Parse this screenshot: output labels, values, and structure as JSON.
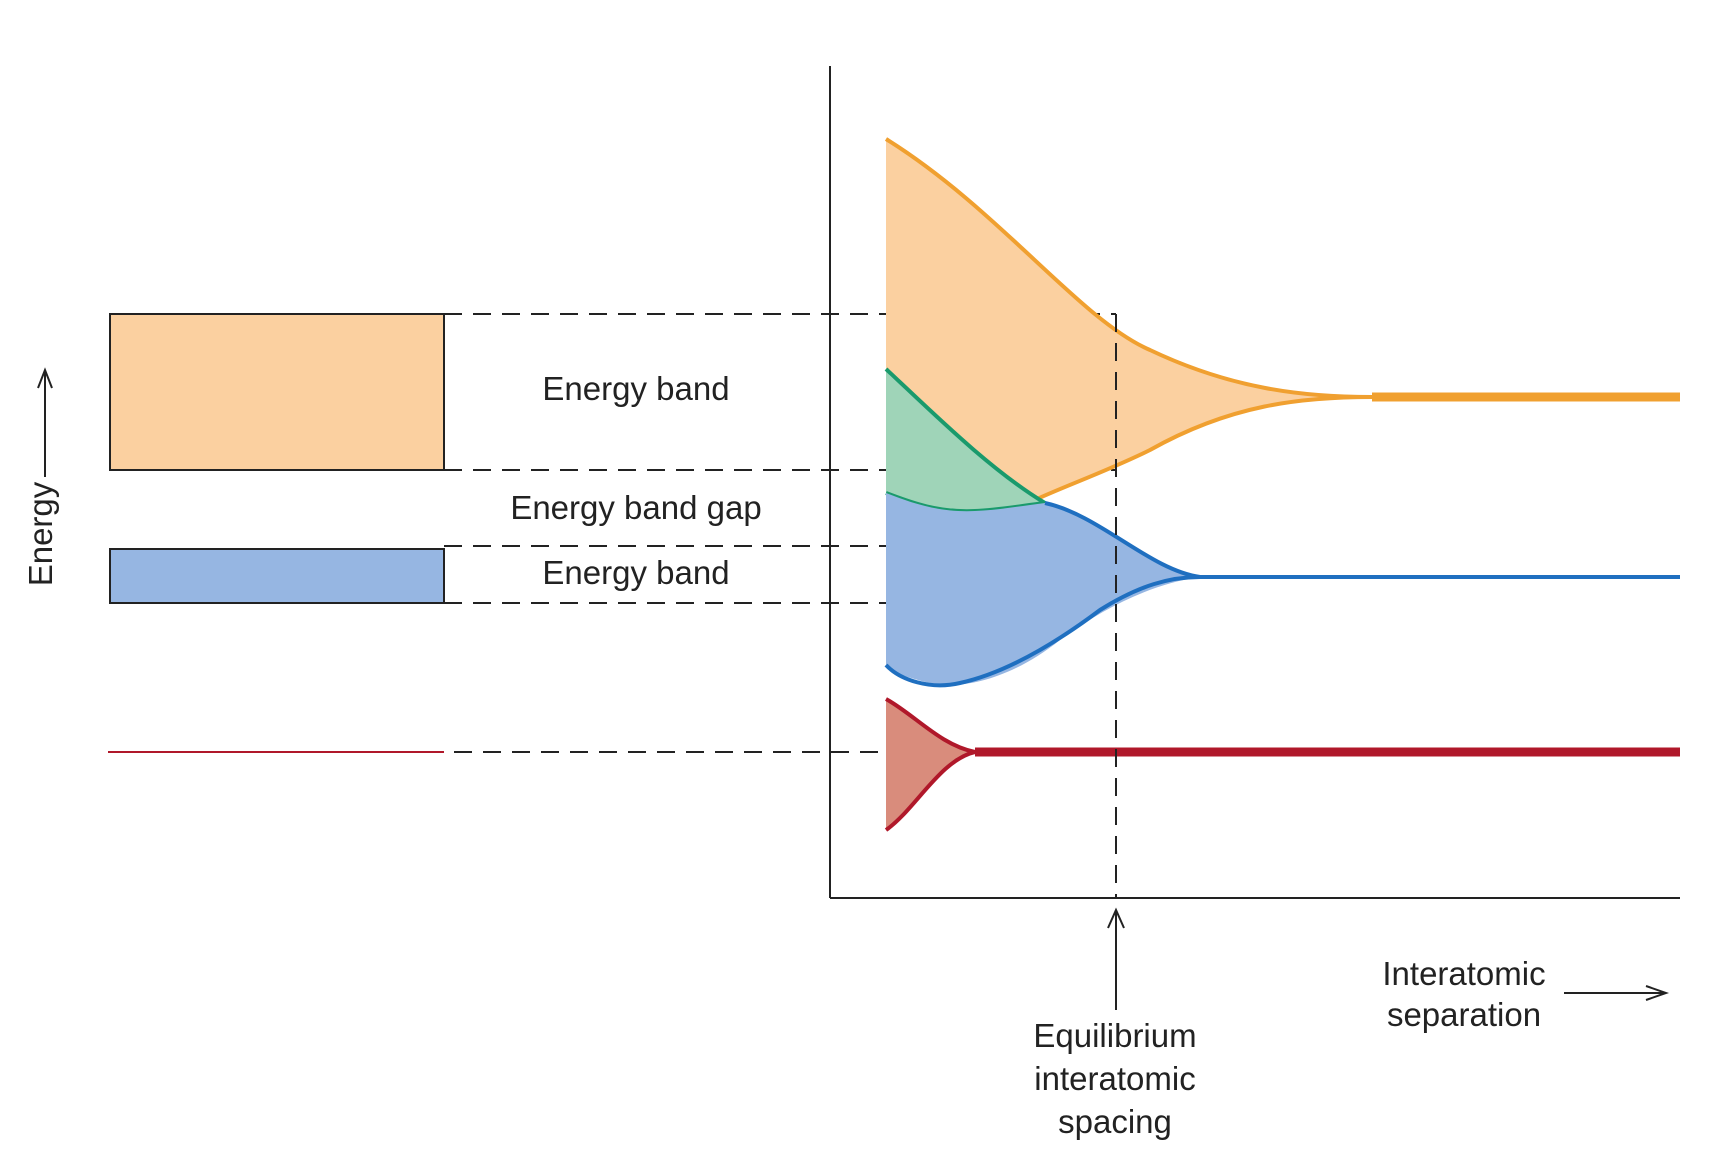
{
  "labels": {
    "energy_axis": "Energy",
    "upper_band": "Energy band",
    "band_gap": "Energy band gap",
    "lower_band": "Energy band",
    "equilibrium_line1": "Equilibrium",
    "equilibrium_line2": "interatomic",
    "equilibrium_line3": "spacing",
    "separation_line1": "Interatomic",
    "separation_line2": "separation"
  },
  "colors": {
    "orange_line": "#f0a030",
    "orange_fill": "#fbd0a0",
    "green_line": "#1a9a6c",
    "green_fill": "#9fd4b8",
    "blue_line": "#1f6fc0",
    "blue_fill": "#96b6e2",
    "red_line": "#b0182a",
    "red_fill": "#d98c7c",
    "ink": "#222222"
  }
}
